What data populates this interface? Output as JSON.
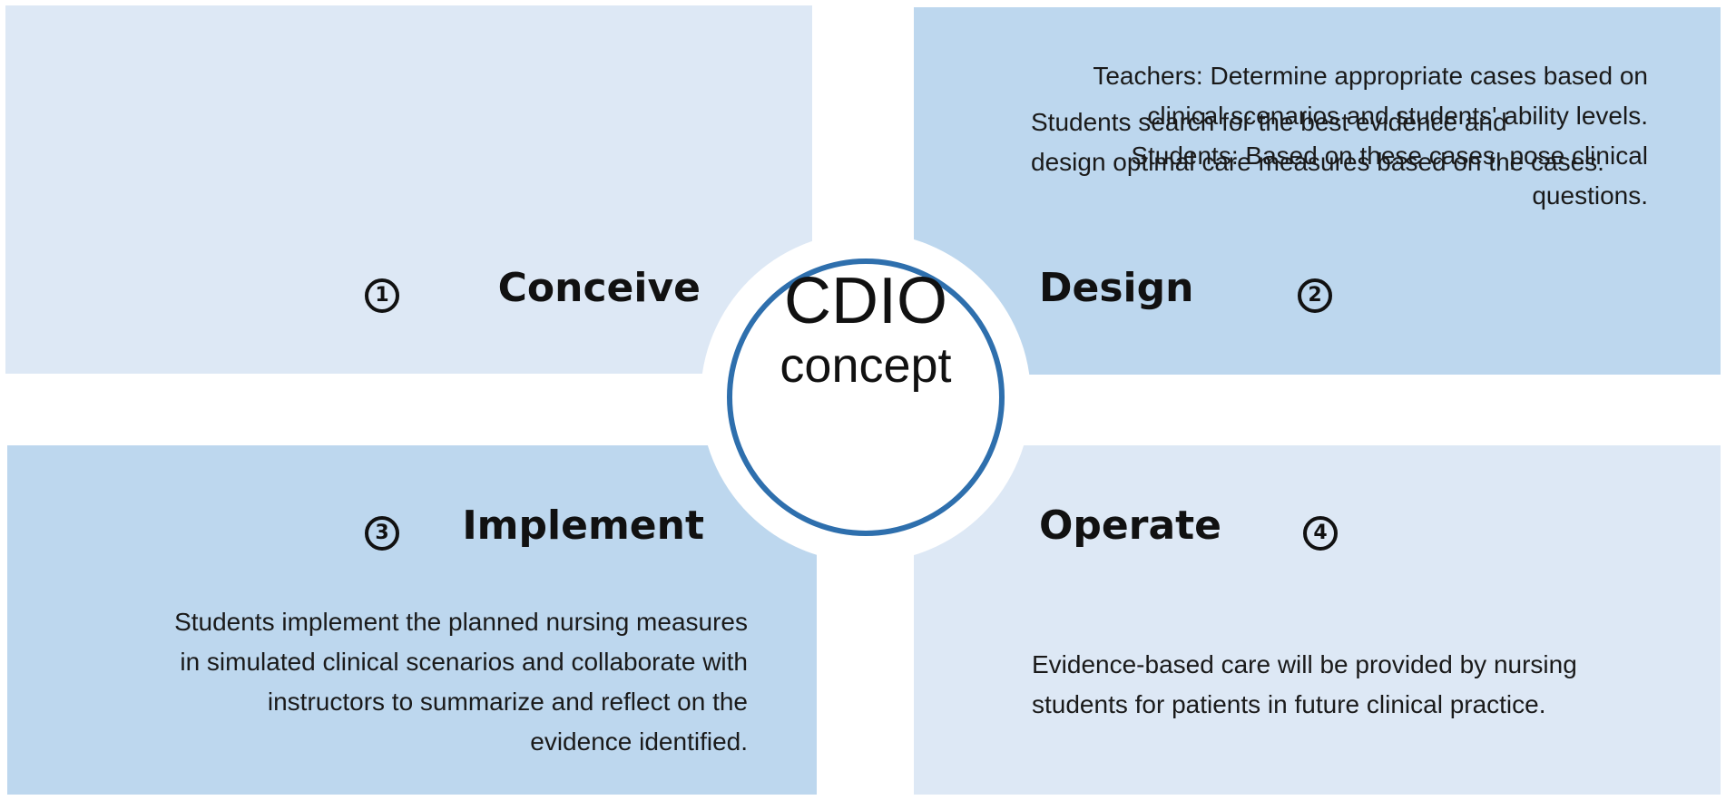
{
  "center": {
    "title": "CDIO",
    "subtitle": "concept"
  },
  "colors": {
    "light_panel": "#dde8f5",
    "dark_panel": "#bdd7ee",
    "ring": "#2e6fad"
  },
  "quadrants": [
    {
      "stage": "Conceive",
      "number": "1",
      "description_lines": [
        "Teachers: Determine appropriate cases based on",
        "clinical scenarios and students' ability levels.",
        "Students: Based on these cases, pose clinical",
        "questions."
      ]
    },
    {
      "stage": "Design",
      "number": "2",
      "description_lines": [
        "Students search for the best evidence and",
        "design optimal care measures based on the cases."
      ]
    },
    {
      "stage": "Implement",
      "number": "3",
      "description_lines": [
        "Students implement the planned nursing measures",
        "in simulated clinical scenarios and collaborate with",
        "instructors to summarize and reflect on the",
        "evidence identified."
      ]
    },
    {
      "stage": "Operate",
      "number": "4",
      "description_lines": [
        "Evidence-based care will be provided by nursing",
        "students for patients in future clinical practice."
      ]
    }
  ]
}
